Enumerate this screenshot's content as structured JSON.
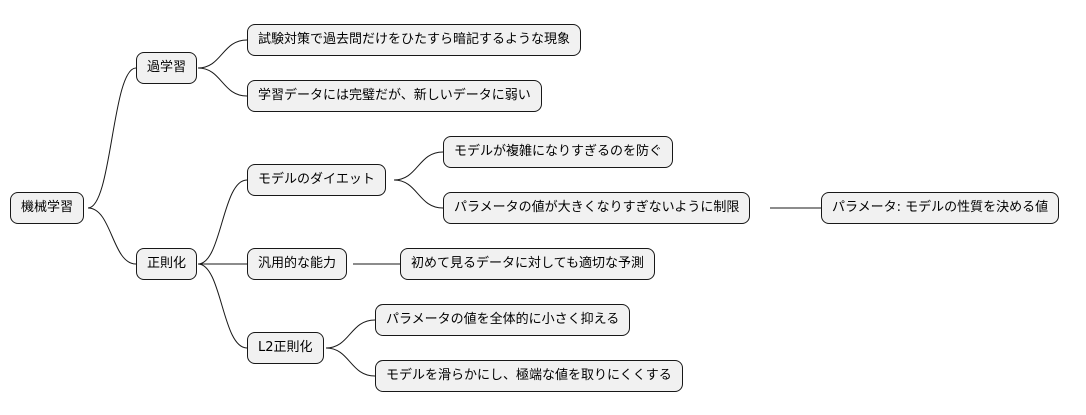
{
  "mindmap": {
    "root": "機械学習",
    "overfitting": {
      "label": "過学習",
      "items": [
        "試験対策で過去問だけをひたすら暗記するような現象",
        "学習データには完璧だが、新しいデータに弱い"
      ]
    },
    "regularization": {
      "label": "正則化",
      "diet": {
        "label": "モデルのダイエット",
        "items": [
          "モデルが複雑になりすぎるのを防ぐ",
          "パラメータの値が大きくなりすぎないように制限"
        ],
        "param_note": "パラメータ: モデルの性質を決める値"
      },
      "generalization": {
        "label": "汎用的な能力",
        "item": "初めて見るデータに対しても適切な予測"
      },
      "l2": {
        "label": "L2正則化",
        "items": [
          "パラメータの値を全体的に小さく抑える",
          "モデルを滑らかにし、極端な値を取りにくくする"
        ]
      }
    }
  }
}
